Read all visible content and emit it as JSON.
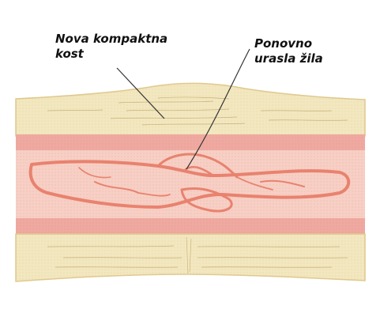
{
  "labels": {
    "new_compact_bone": {
      "line1": "Nova kompaktna",
      "line2": "kost"
    },
    "regrown_vessel": {
      "line1": "Ponovno",
      "line2": "urasla žila"
    }
  },
  "colors": {
    "background": "#ffffff",
    "bone": "#f2e7bf",
    "bone_edge": "#e0c98e",
    "marrow": "#f7cfc4",
    "marrow_band": "#efa9a0",
    "vessel": "#e8826f",
    "vessel_dark": "#d96a58",
    "leader": "#333333"
  }
}
